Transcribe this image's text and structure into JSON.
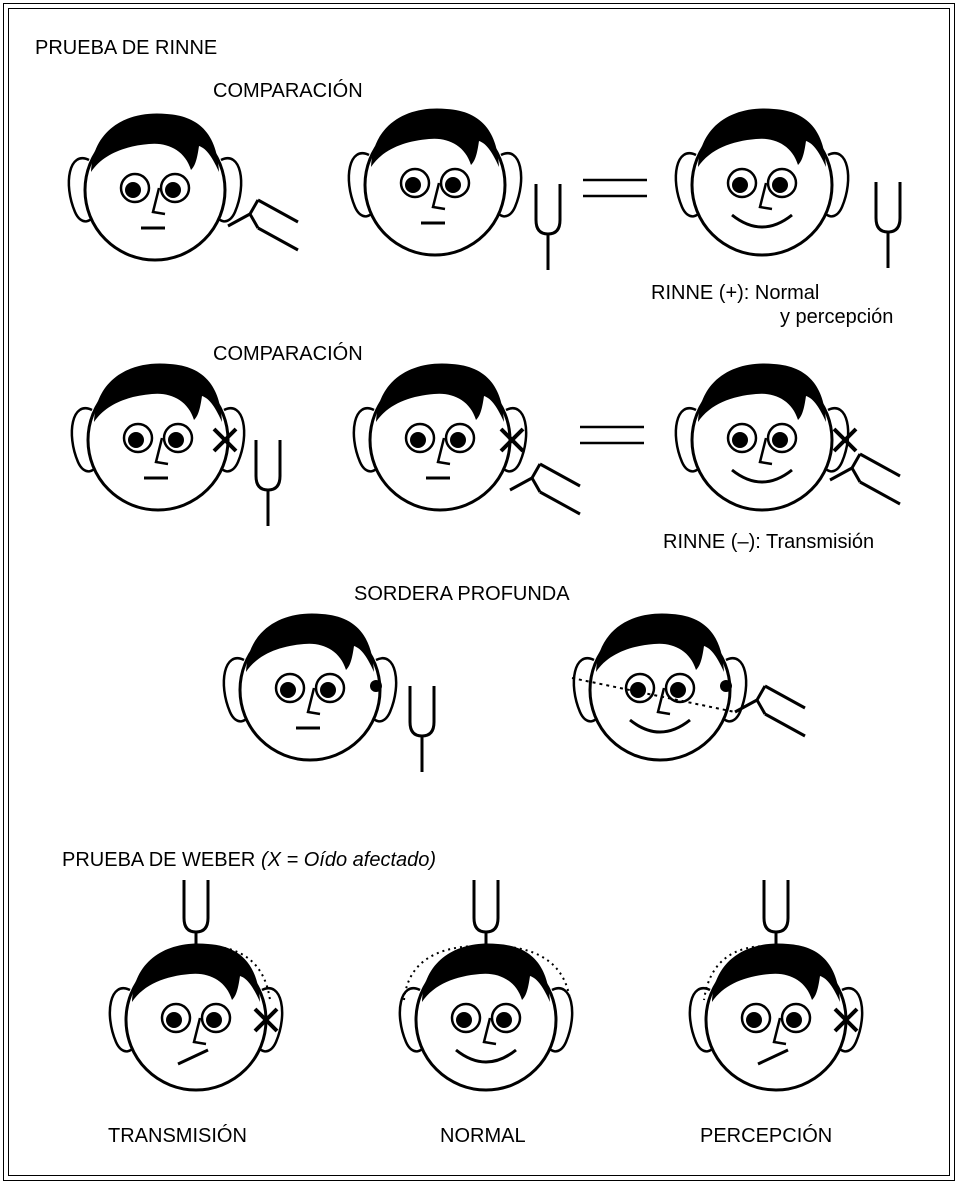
{
  "rinne": {
    "title": "PRUEBA DE RINNE",
    "comparison_1": "COMPARACIÓN",
    "result_positive_line1": "RINNE (+): Normal",
    "result_positive_line2": "y percepción",
    "comparison_2": "COMPARACIÓN",
    "result_negative": "RINNE (–): Transmisión",
    "deafness": "SORDERA PROFUNDA"
  },
  "weber": {
    "title": "PRUEBA DE WEBER",
    "legend": "(X = Oído afectado)",
    "captions": [
      "TRANSMISIÓN",
      "NORMAL",
      "PERCEPCIÓN"
    ]
  },
  "faces": [
    {
      "id": "r1-face1",
      "mouth": "flat",
      "mark": "none",
      "fork": "bone"
    },
    {
      "id": "r1-face2",
      "mouth": "flat",
      "mark": "none",
      "fork": "air"
    },
    {
      "id": "r1-face3",
      "mouth": "smile",
      "mark": "none",
      "fork": "air"
    },
    {
      "id": "r2-face1",
      "mouth": "flat",
      "mark": "x",
      "fork": "air"
    },
    {
      "id": "r2-face2",
      "mouth": "flat",
      "mark": "x",
      "fork": "bone"
    },
    {
      "id": "r2-face3",
      "mouth": "smile",
      "mark": "x",
      "fork": "bone"
    },
    {
      "id": "deaf-face1",
      "mouth": "flat",
      "mark": "plug",
      "fork": "air"
    },
    {
      "id": "deaf-face2",
      "mouth": "smile",
      "mark": "plug",
      "fork": "bone"
    },
    {
      "id": "weber-face1",
      "mouth": "tilted",
      "mark": "x",
      "fork": "vertex"
    },
    {
      "id": "weber-face2",
      "mouth": "smile",
      "mark": "none",
      "fork": "vertex"
    },
    {
      "id": "weber-face3",
      "mouth": "tilted",
      "mark": "x",
      "fork": "vertex"
    }
  ]
}
